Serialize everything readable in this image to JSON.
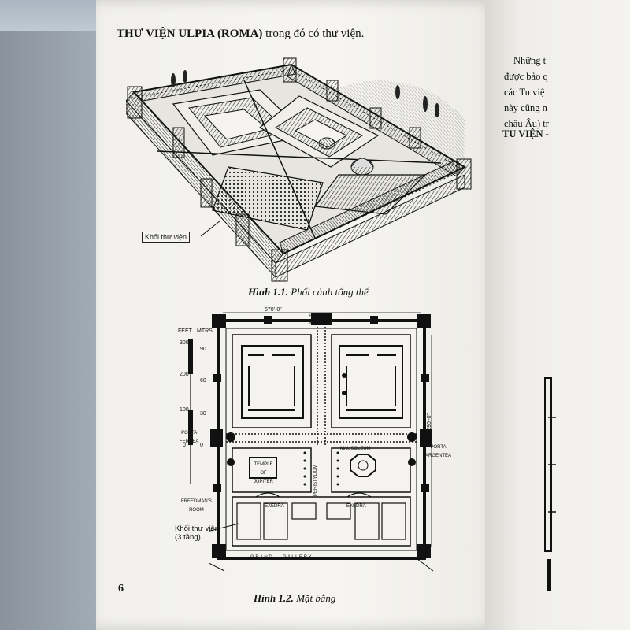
{
  "page": {
    "title_bold": "THƯ VIỆN ULPIA (ROMA)",
    "title_rest": " trong đó có thư viện.",
    "page_number": "6"
  },
  "figure1": {
    "label": "Khối thư viện",
    "caption_num": "Hình 1.1.",
    "caption_text": " Phối cảnh tổng thể"
  },
  "figure2": {
    "label": "Khối thư viện\n(3 tầng)",
    "caption_num": "Hình 1.2.",
    "caption_text": " Mặt bằng",
    "annotations": {
      "dim_top": "570'-0\"",
      "dim_side": "590'-0\"",
      "porta_aurea": "PORTA\nAUREA",
      "porta_ferrea": "PORTA\nFERREA",
      "porta_argentea": "PORTA\nARGENTEA",
      "temple": "TEMPLE\nOF\nJUPITER",
      "peristylium": "PERISTYLIUM",
      "mausoleum": "MAUSOLEUM",
      "freedmans": "FREEDMAN'S\nROOM",
      "exedra_left": "EXEDRA",
      "exedra_right": "EXEDRA",
      "grand_gallery": "G R A N D        G A L L E R Y",
      "feet": "FEET",
      "mtrs": "MTRS",
      "scale_labels": [
        "300",
        "200",
        "100",
        "0"
      ],
      "scale_labels_m": [
        "90",
        "60",
        "30",
        "0"
      ]
    }
  },
  "right_page": {
    "lines": [
      "Những t",
      "được bảo q",
      "các Tu việ",
      "này cũng n",
      "châu Âu) tr"
    ],
    "heading": "TU VIỆN -"
  }
}
